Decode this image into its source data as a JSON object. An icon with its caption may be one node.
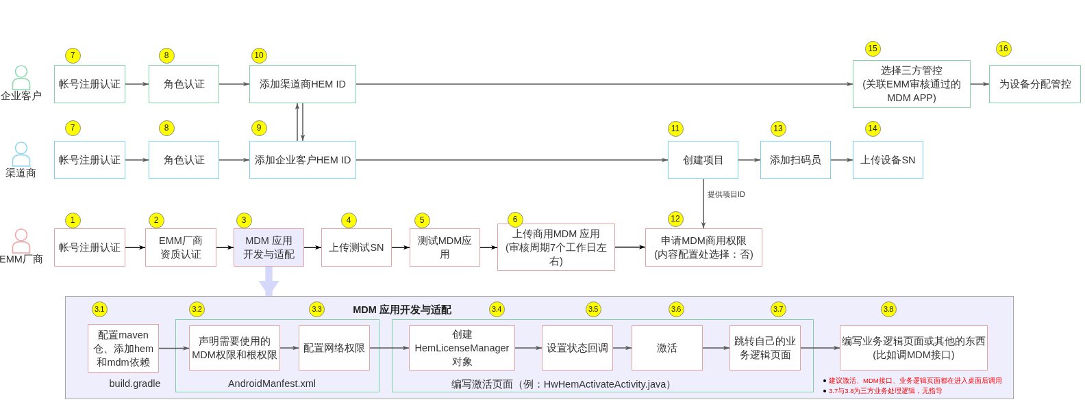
{
  "diagram": {
    "nodes": [
      {
        "text": [
          "帐号注册认证"
        ],
        "beside": [
          "7"
        ]
      },
      {
        "text": [
          "角色认证"
        ],
        "beside": [
          "8"
        ]
      },
      {
        "text": [
          "添加渠道商HEM ID"
        ],
        "beside": [
          "10"
        ]
      },
      {
        "text": [
          "选择三方管控",
          "(关联EMM审核通过的MDM APP)"
        ],
        "beside": [
          "15"
        ]
      },
      {
        "text": [
          "为设备分配管控"
        ],
        "beside": [
          "16"
        ]
      },
      {
        "text": [
          "帐号注册认证"
        ],
        "beside": [
          "7"
        ]
      },
      {
        "text": [
          "角色认证"
        ],
        "beside": [
          "8"
        ]
      },
      {
        "text": [
          "添加企业客户HEM ID"
        ],
        "beside": [
          "9"
        ]
      },
      {
        "text": [
          "创建项目"
        ],
        "beside": [
          "11"
        ]
      },
      {
        "text": [
          "添加扫码员"
        ],
        "beside": [
          "13"
        ]
      },
      {
        "text": [
          "上传设备SN"
        ],
        "beside": [
          "14"
        ]
      },
      {
        "text": [
          "帐号注册认证"
        ],
        "beside": [
          "1"
        ]
      },
      {
        "text": [
          "EMM厂商资质认证"
        ],
        "beside": [
          "2"
        ]
      },
      {
        "text": [
          "MDM 应用开发与适配"
        ],
        "beside": [
          "3"
        ]
      },
      {
        "text": [
          "上传测试SN"
        ],
        "beside": [
          "4"
        ]
      },
      {
        "text": [
          "测试MDM应用"
        ],
        "beside": [
          "5"
        ]
      },
      {
        "text": [
          "上传商用MDM 应用",
          "(审核周期7个工作日左右)"
        ],
        "beside": [
          "6"
        ]
      },
      {
        "text": [
          "申请MDM商用权限",
          "(内容配置处选择：否)"
        ],
        "beside": [
          "12"
        ]
      },
      {
        "text": [
          "MDM 应用开发与适配"
        ]
      },
      {
        "text": [
          "配置maven仓、添加hem和mdm依赖"
        ],
        "beside": [
          "3.1",
          "build.gradle"
        ],
        "in": 18
      },
      {
        "text": [
          "AndroidManfest.xml"
        ],
        "in": 18
      },
      {
        "text": [
          "声明需要使用的MDM权限和根权限"
        ],
        "beside": [
          "3.2"
        ],
        "in": 20
      },
      {
        "text": [
          "配置网络权限"
        ],
        "beside": [
          "3.3"
        ],
        "in": 20
      },
      {
        "text": [
          "编写激活页面（例：HwHemActivateActivity.java）"
        ],
        "in": 18
      },
      {
        "text": [
          "创建HemLicenseManager对象"
        ],
        "beside": [
          "3.4"
        ],
        "in": 23
      },
      {
        "text": [
          "设置状态回调"
        ],
        "beside": [
          "3.5"
        ],
        "in": 23
      },
      {
        "text": [
          "激活"
        ],
        "beside": [
          "3.6"
        ],
        "in": 23
      },
      {
        "text": [
          "跳转自己的业务逻辑页面"
        ],
        "beside": [
          "3.7"
        ],
        "in": 23
      },
      {
        "text": [
          "编写业务逻辑页面或其他的东西",
          "(比如调MDM接口)"
        ],
        "beside": [
          "3.8"
        ],
        "in": 18
      }
    ],
    "edges": [
      {
        "from": 0,
        "to": 1,
        "arrow": "to"
      },
      {
        "from": 1,
        "to": 2,
        "arrow": "to"
      },
      {
        "from": 2,
        "to": 3,
        "arrow": "to"
      },
      {
        "from": 3,
        "to": 4,
        "arrow": "to"
      },
      {
        "from": 5,
        "to": 6,
        "arrow": "to"
      },
      {
        "from": 6,
        "to": 7,
        "arrow": "to"
      },
      {
        "from": 7,
        "to": 8,
        "arrow": "to"
      },
      {
        "from": 8,
        "to": 9,
        "arrow": "to"
      },
      {
        "from": 9,
        "to": 10,
        "arrow": "to"
      },
      {
        "from": 7,
        "to": 2,
        "arrow": "to"
      },
      {
        "from": 2,
        "to": 7,
        "arrow": "to"
      },
      {
        "from": 8,
        "to": 17,
        "arrow": "to",
        "label": "提供项目ID"
      },
      {
        "from": 11,
        "to": 12,
        "arrow": "to",
        "color": "#000000"
      },
      {
        "from": 12,
        "to": 13,
        "arrow": "to",
        "color": "#000000"
      },
      {
        "from": 13,
        "to": 14,
        "arrow": "to",
        "color": "#000000"
      },
      {
        "from": 14,
        "to": 15,
        "arrow": "to",
        "color": "#000000"
      },
      {
        "from": 15,
        "to": 16,
        "arrow": "to",
        "color": "#000000"
      },
      {
        "from": 16,
        "to": 17,
        "arrow": "to",
        "color": "#000000"
      },
      {
        "from": 13,
        "to": 18,
        "arrow": "to",
        "style": "thick",
        "color": "#d5d8fa"
      },
      {
        "from": 19,
        "to": 21,
        "arrow": "to"
      },
      {
        "from": 21,
        "to": 22,
        "arrow": "to"
      },
      {
        "from": 22,
        "to": 24,
        "arrow": "to"
      },
      {
        "from": 24,
        "to": 25,
        "arrow": "to"
      },
      {
        "from": 25,
        "to": 26,
        "arrow": "to"
      },
      {
        "from": 26,
        "to": 27,
        "arrow": "to"
      },
      {
        "from": 27,
        "to": 28,
        "arrow": "to"
      }
    ],
    "labels": [
      "企业客户",
      "渠道商",
      "EMM厂商",
      "建议激活、MDM接口、业务逻辑页面都在进入桌面后调用",
      "3.7与3.8为三方业务处理逻辑，无指导"
    ]
  }
}
